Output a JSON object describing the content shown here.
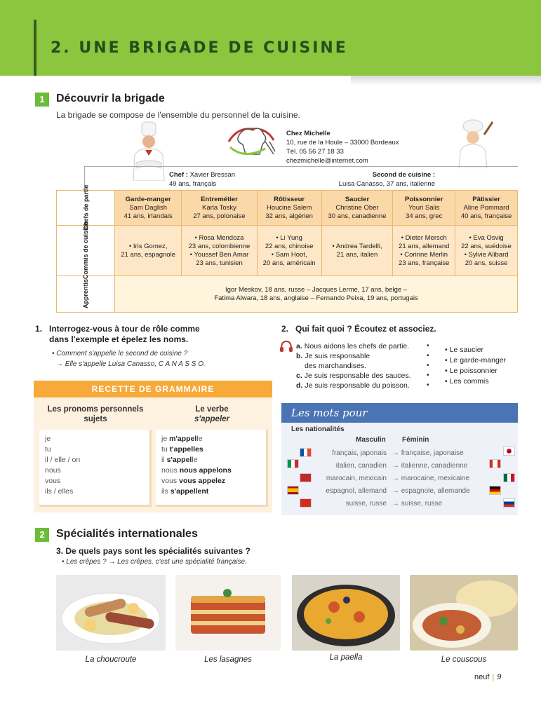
{
  "header": {
    "title": "2. UNE BRIGADE DE CUISINE"
  },
  "section1": {
    "number": "1",
    "title": "Découvrir la brigade",
    "intro": "La brigade se compose de l'ensemble du personnel de la cuisine."
  },
  "restaurant": {
    "name": "Chez Michelle",
    "address": "10, rue de la Houle – 33000 Bordeaux",
    "phone": "Tél. 05 56 27 18 33",
    "email": "chezmichelle@internet.com"
  },
  "chef": {
    "label": "Chef :",
    "name": "Xavier Bressan",
    "info": "49 ans, français"
  },
  "second": {
    "label": "Second de cuisine :",
    "info": "Luisa Canasso, 37 ans, italienne"
  },
  "table": {
    "row_headers": [
      "Chefs de partie",
      "Commis de cuisine",
      "Apprentis"
    ],
    "chefs": [
      {
        "title": "Garde-manger",
        "name": "Sam Daglish",
        "info": "41 ans, irlandais"
      },
      {
        "title": "Entremétier",
        "name": "Karla Tosky",
        "info": "27 ans, polonaise"
      },
      {
        "title": "Rôtisseur",
        "name": "Houcine Salem",
        "info": "32 ans, algérien"
      },
      {
        "title": "Saucier",
        "name": "Christine Ober",
        "info": "30 ans, canadienne"
      },
      {
        "title": "Poissonnier",
        "name": "Youri Salis",
        "info": "34 ans, grec"
      },
      {
        "title": "Pâtissier",
        "name": "Aline Pommard",
        "info": "40 ans, française"
      }
    ],
    "commis": [
      [
        "• Iris Gomez,",
        "21 ans, espagnole"
      ],
      [
        "• Rosa Mendoza",
        "23 ans, colombienne",
        "• Youssef Ben Amar",
        "23 ans, tunisien"
      ],
      [
        "• Li Yung",
        "22 ans, chinoise",
        "• Sam Hoot,",
        "20 ans, américain"
      ],
      [
        "• Andrea Tardelli,",
        "21 ans, italien"
      ],
      [
        "• Dieter Mersch",
        "21 ans, allemand",
        "• Corinne Merlin",
        "23 ans, française"
      ],
      [
        "• Eva Osvig",
        "22 ans, suédoise",
        "• Sylvie Alibard",
        "20 ans, suisse"
      ]
    ],
    "apprentis": [
      "Igor Meskov, 18 ans, russe – Jacques Lerme, 17 ans, belge –",
      "Fatima Alwara, 18 ans, anglaise – Fernando Peixa, 19 ans, portugais"
    ]
  },
  "exercise1": {
    "number": "1.",
    "title_line1": "Interrogez-vous à tour de rôle comme",
    "title_line2": "dans l'exemple et épelez les noms.",
    "example_q": "• Comment s'appelle le second de cuisine ?",
    "example_a": "→ Elle s'appelle Luisa Canasso, C A N A S S O."
  },
  "grammar": {
    "title": "RECETTE DE GRAMMAIRE",
    "col1_title": "Les pronoms personnels sujets",
    "col2_title_1": "Le verbe",
    "col2_title_2": "s'appeler",
    "pronouns": [
      "je",
      "tu",
      "il / elle / on",
      "nous",
      "vous",
      "ils / elles"
    ],
    "verb": [
      [
        "je ",
        "m'appel",
        "le"
      ],
      [
        "tu ",
        "t'appel",
        "les"
      ],
      [
        "il ",
        "s'appel",
        "le"
      ],
      [
        "nous ",
        "nous appel",
        "ons"
      ],
      [
        "vous ",
        "vous appel",
        "ez"
      ],
      [
        "ils ",
        "s'appel",
        "lent"
      ]
    ]
  },
  "exercise2": {
    "number": "2.",
    "title": "Qui fait quoi ? Écoutez et associez.",
    "items": [
      {
        "letter": "a.",
        "text": "Nous aidons les chefs de partie."
      },
      {
        "letter": "b.",
        "text": "Je suis responsable"
      },
      {
        "letter": "",
        "text": "des marchandises."
      },
      {
        "letter": "c.",
        "text": "Je suis responsable des sauces."
      },
      {
        "letter": "d.",
        "text": "Je suis responsable du poisson."
      }
    ],
    "answers": [
      "• Le saucier",
      "• Le garde-manger",
      "• Le poissonnier",
      "• Les commis"
    ]
  },
  "mots": {
    "title": "Les mots pour",
    "subtitle": "Les nationalités",
    "col_m": "Masculin",
    "col_f": "Féminin",
    "rows": [
      {
        "m": "français, japonais",
        "f": "→ française, japonaise"
      },
      {
        "m": "italien, canadien",
        "f": "→ italienne, canadienne"
      },
      {
        "m": "marocain, mexicain",
        "f": "→ marocaine, mexicaine"
      },
      {
        "m": "espagnol, allemand",
        "f": "→ espagnole, allemande"
      },
      {
        "m": "suisse, russe",
        "f": "→ suisse, russe"
      }
    ],
    "colors": {
      "head": "#4b74b4"
    }
  },
  "section2": {
    "number": "2",
    "title": "Spécialités internationales",
    "ex3_title": "3. De quels pays sont les spécialités suivantes ?",
    "ex3_example": "• Les crêpes ? → Les crêpes, c'est une spécialité française."
  },
  "foods": [
    "La choucroute",
    "Les lasagnes",
    "La paella",
    "Le couscous"
  ],
  "footer": {
    "word": "neuf",
    "page": "9"
  }
}
